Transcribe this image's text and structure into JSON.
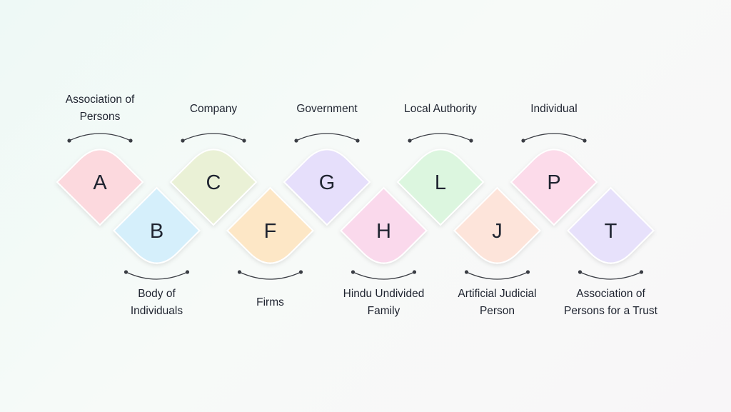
{
  "items": [
    {
      "letter": "A",
      "label": "Association of Persons",
      "color": "#fcd9de",
      "row": "top"
    },
    {
      "letter": "B",
      "label": "Body of Individuals",
      "color": "#d5effb",
      "row": "bottom"
    },
    {
      "letter": "C",
      "label": "Company",
      "color": "#eaf1d6",
      "row": "top"
    },
    {
      "letter": "F",
      "label": "Firms",
      "color": "#fde7c6",
      "row": "bottom"
    },
    {
      "letter": "G",
      "label": "Government",
      "color": "#e6dffb",
      "row": "top"
    },
    {
      "letter": "H",
      "label": "Hindu Undivided Family",
      "color": "#fad9ec",
      "row": "bottom"
    },
    {
      "letter": "L",
      "label": "Local Authority",
      "color": "#dcf6df",
      "row": "top"
    },
    {
      "letter": "J",
      "label": "Artificial Judicial Person",
      "color": "#fde4da",
      "row": "bottom"
    },
    {
      "letter": "P",
      "label": "Individual",
      "color": "#fcdbea",
      "row": "top"
    },
    {
      "letter": "T",
      "label": "Association of Persons for a Trust",
      "color": "#e7e1fb",
      "row": "bottom"
    }
  ],
  "colors": {
    "connector": "#3a3d44",
    "text": "#1f2430"
  }
}
